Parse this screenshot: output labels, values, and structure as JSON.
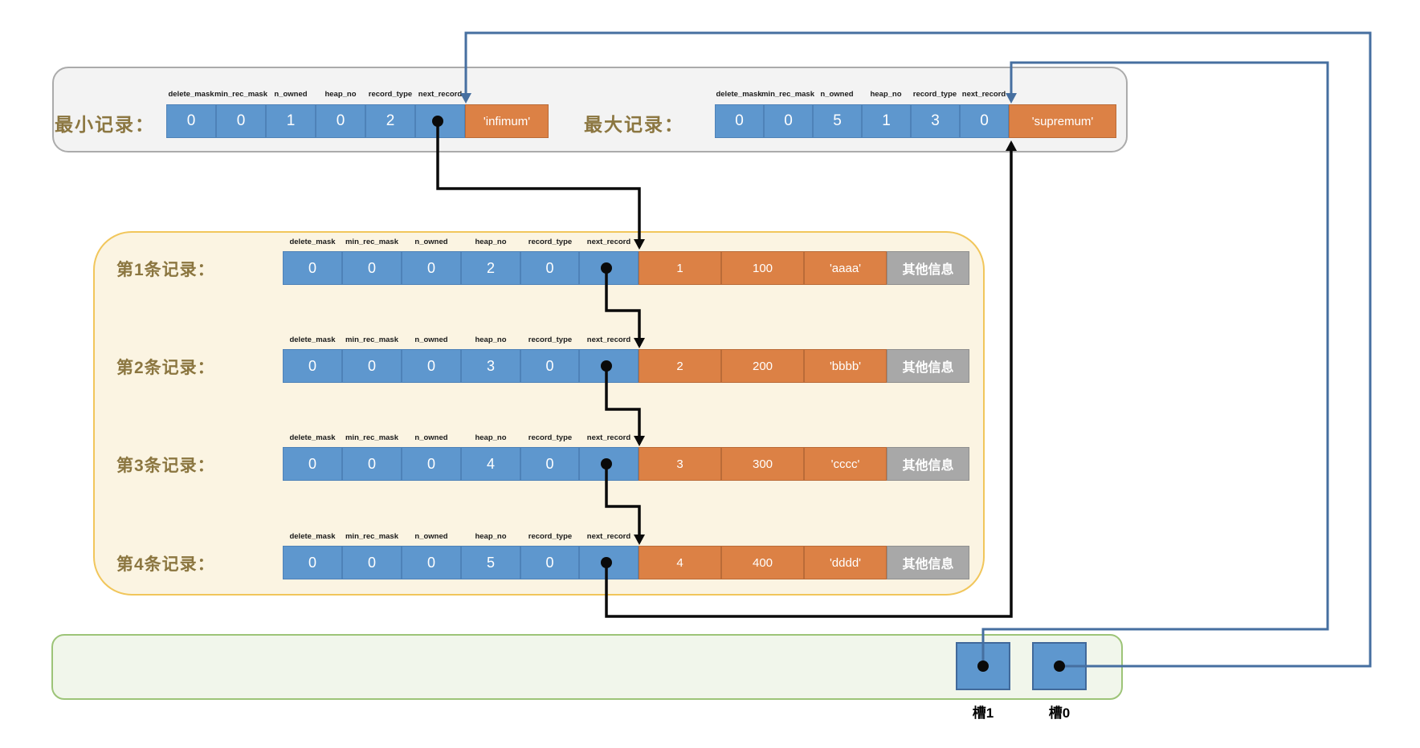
{
  "palette": {
    "blue-cell": "#5E97CE",
    "blue-cell-border": "#4E82B8",
    "orange-cell": "#DC8145",
    "orange-cell-border": "#BA6B38",
    "gray-cell": "#A8A8A8",
    "gray-cell-border": "#8F8F8F",
    "label-text": "#8B7640",
    "header-text": "#1A1A1A",
    "black-line": "#0A0A0A",
    "blue-line": "#466FA0",
    "top-box-bg": "#F3F3F3",
    "top-box-border": "#ABABAB",
    "record-box-bg": "#FBF4E2",
    "record-box-border": "#F1C65B",
    "slot-box-bg": "#F1F6EB",
    "slot-box-border": "#9DC478",
    "slot-square": "#5E97CE",
    "slot-square-border": "#41699A"
  },
  "field_headers": [
    "delete_mask",
    "min_rec_mask",
    "n_owned",
    "heap_no",
    "record_type",
    "next_record"
  ],
  "min_record": {
    "label": "最小记录：",
    "values": [
      "0",
      "0",
      "1",
      "0",
      "2"
    ],
    "tail": "'infimum'"
  },
  "max_record": {
    "label": "最大记录：",
    "values": [
      "0",
      "0",
      "5",
      "1",
      "3",
      "0"
    ],
    "tail": "'supremum'"
  },
  "records": [
    {
      "label": "第1条记录：",
      "header_values": [
        "0",
        "0",
        "0",
        "2",
        "0"
      ],
      "data_values": [
        "1",
        "100",
        "'aaaa'"
      ],
      "extra": "其他信息"
    },
    {
      "label": "第2条记录：",
      "header_values": [
        "0",
        "0",
        "0",
        "3",
        "0"
      ],
      "data_values": [
        "2",
        "200",
        "'bbbb'"
      ],
      "extra": "其他信息"
    },
    {
      "label": "第3条记录：",
      "header_values": [
        "0",
        "0",
        "0",
        "4",
        "0"
      ],
      "data_values": [
        "3",
        "300",
        "'cccc'"
      ],
      "extra": "其他信息"
    },
    {
      "label": "第4条记录：",
      "header_values": [
        "0",
        "0",
        "0",
        "5",
        "0"
      ],
      "data_values": [
        "4",
        "400",
        "'dddd'"
      ],
      "extra": "其他信息"
    }
  ],
  "slots": [
    {
      "label": "槽1"
    },
    {
      "label": "槽0"
    }
  ]
}
